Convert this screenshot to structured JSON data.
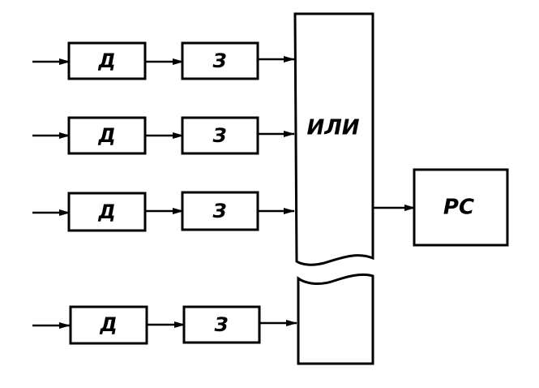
{
  "diagram": {
    "rows": [
      {
        "detector_label": "Д",
        "delay_label": "З"
      },
      {
        "detector_label": "Д",
        "delay_label": "З"
      },
      {
        "detector_label": "Д",
        "delay_label": "З"
      },
      {
        "detector_label": "Д",
        "delay_label": "З"
      }
    ],
    "or_label": "ИЛИ",
    "rs_label": "РС",
    "colors": {
      "line": "#000000",
      "background": "#ffffff"
    }
  }
}
